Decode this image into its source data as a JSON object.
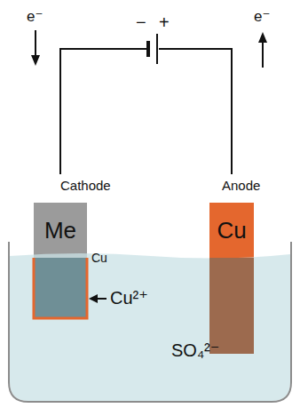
{
  "diagram": {
    "nodes": [
      {
        "text": [
          "Cathode",
          "Me"
        ]
      },
      {
        "text": [
          "Anode",
          "Cu"
        ]
      }
    ],
    "edges": [
      {
        "from": 0,
        "to": 1,
        "arrow": "none"
      }
    ],
    "labels": [
      "e⁻",
      "e⁻",
      "−",
      "+",
      "Cu",
      "Cu²⁺",
      "SO₄²⁻"
    ]
  }
}
